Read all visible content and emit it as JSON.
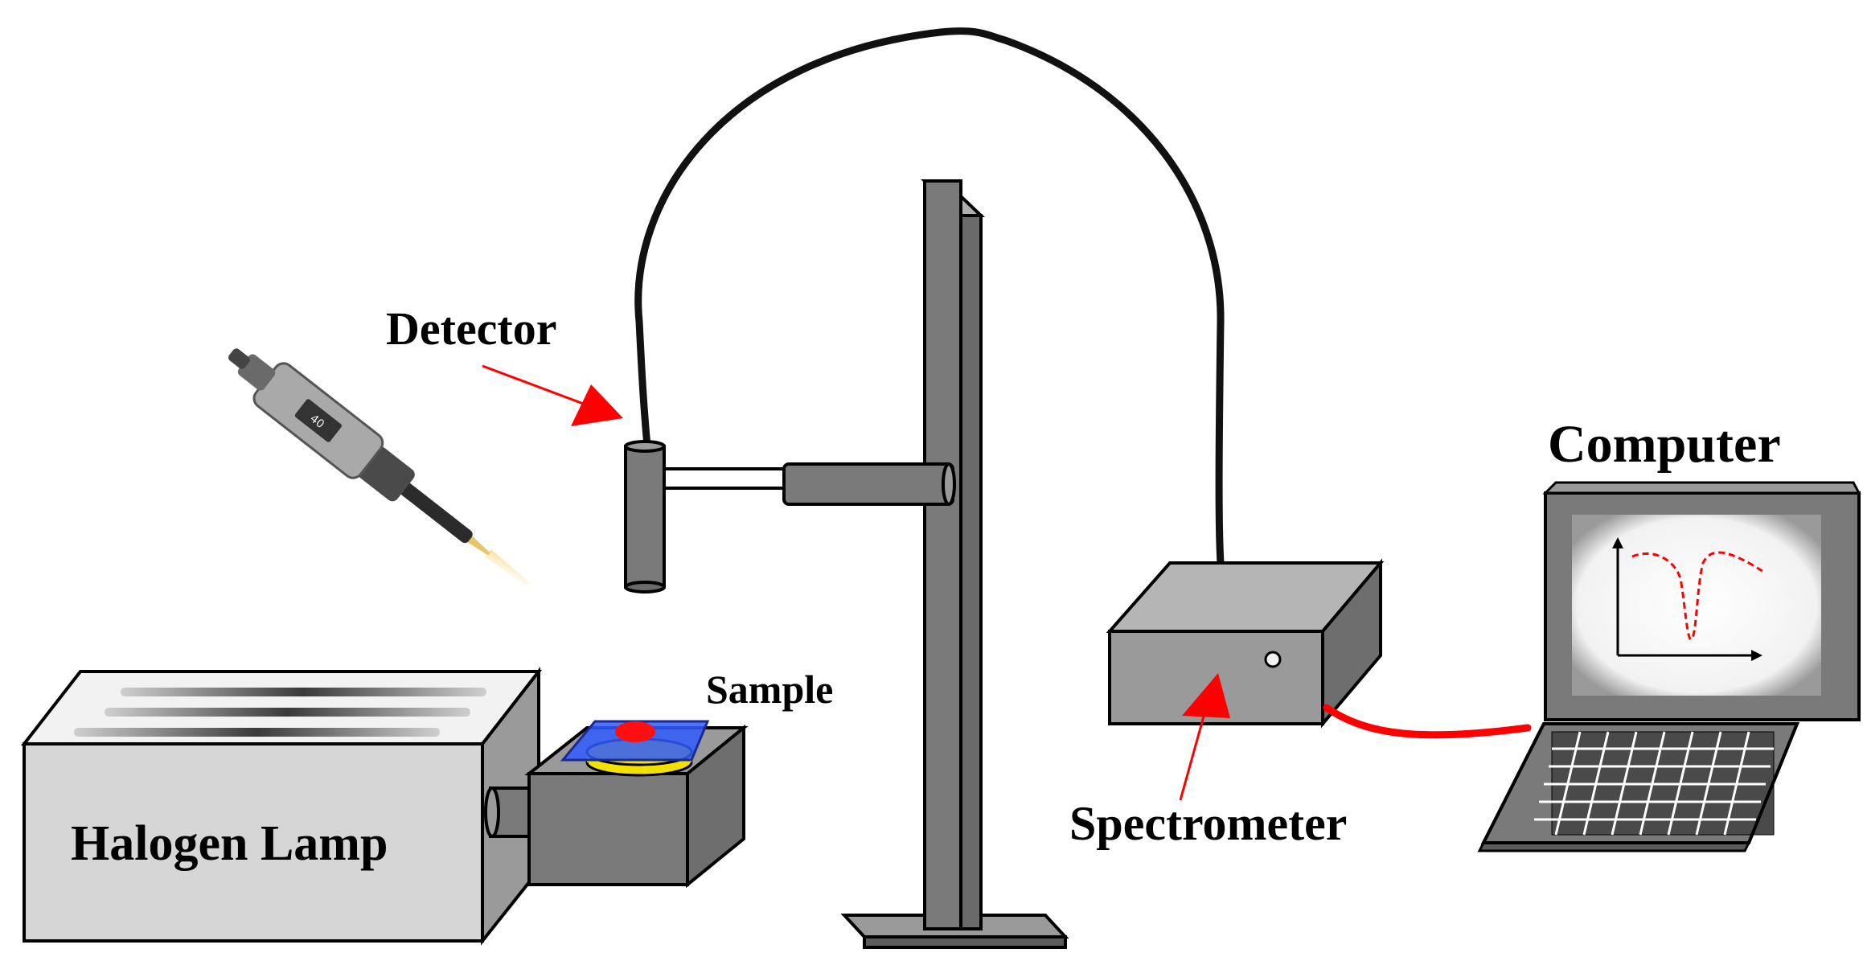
{
  "labels": {
    "detector": "Detector",
    "computer": "Computer",
    "sample": "Sample",
    "spectrometer": "Spectrometer",
    "halogen_lamp": "Halogen Lamp"
  },
  "colors": {
    "equipment_gray": "#8c8c8c",
    "equipment_light": "#cfcfcf",
    "stand_gray": "#7a7a7a",
    "arrow_red": "#ff0000",
    "sample_blue": "#2f5bff",
    "sample_yellow": "#f2e000",
    "screen": "#f0f0f0"
  },
  "icons": {
    "pipette": "pipette-icon",
    "spectrum_plot": "spectrum-plot-icon"
  }
}
